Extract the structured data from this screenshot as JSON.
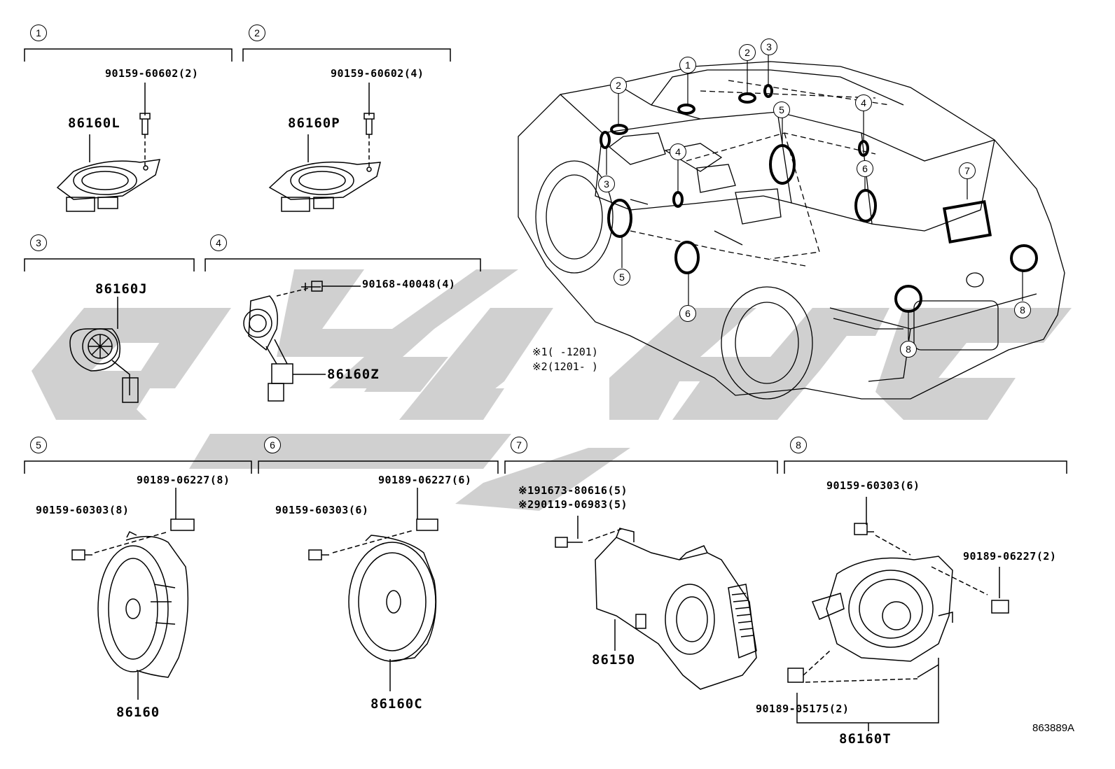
{
  "colors": {
    "line": "#000000",
    "watermark": "#c8c8c8",
    "background": "#ffffff"
  },
  "watermark": {
    "icon": "stylized-brand-logo"
  },
  "sections": [
    {
      "num": "1",
      "parts": [
        "90159-60602(2)",
        "86160L"
      ]
    },
    {
      "num": "2",
      "parts": [
        "90159-60602(4)",
        "86160P"
      ]
    },
    {
      "num": "3",
      "parts": [
        "86160J"
      ]
    },
    {
      "num": "4",
      "parts": [
        "90168-40048(4)",
        "86160Z"
      ]
    },
    {
      "num": "5",
      "parts": [
        "90189-06227(8)",
        "90159-60303(8)",
        "86160"
      ]
    },
    {
      "num": "6",
      "parts": [
        "90189-06227(6)",
        "90159-60303(6)",
        "86160C"
      ]
    },
    {
      "num": "7",
      "parts": [
        "※191673-80616(5)",
        "※290119-06983(5)",
        "86150"
      ]
    },
    {
      "num": "8",
      "parts": [
        "90159-60303(6)",
        "90189-06227(2)",
        "90189-05175(2)",
        "86160T"
      ]
    }
  ],
  "vehicle_callouts": [
    "2",
    "1",
    "2",
    "3",
    "5",
    "3",
    "4",
    "4",
    "6",
    "7",
    "5",
    "6",
    "8",
    "8"
  ],
  "notes": [
    "※1(   -1201)",
    "※2(1201-   )"
  ],
  "diagram_ref": "863889A"
}
